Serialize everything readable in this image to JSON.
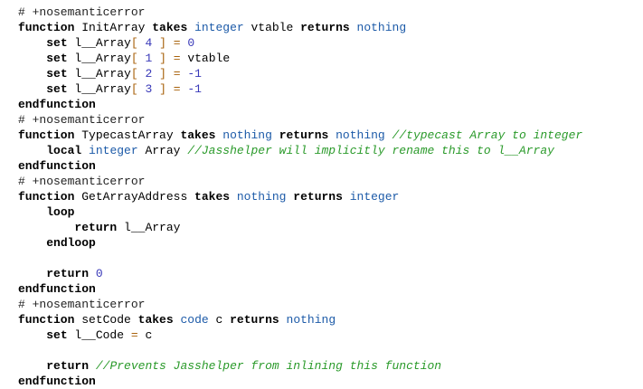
{
  "lines": [
    [
      [
        "pp",
        "# +nosemanticerror"
      ]
    ],
    [
      [
        "kw",
        "function"
      ],
      [
        "id",
        " InitArray "
      ],
      [
        "kw",
        "takes"
      ],
      [
        "id",
        " "
      ],
      [
        "ty",
        "integer"
      ],
      [
        "id",
        " vtable "
      ],
      [
        "kw",
        "returns"
      ],
      [
        "id",
        " "
      ],
      [
        "ty",
        "nothing"
      ]
    ],
    [
      [
        "id",
        "    "
      ],
      [
        "kw",
        "set"
      ],
      [
        "id",
        " l__Array"
      ],
      [
        "op",
        "["
      ],
      [
        "id",
        " "
      ],
      [
        "num",
        "4"
      ],
      [
        "id",
        " "
      ],
      [
        "op",
        "]"
      ],
      [
        "id",
        " "
      ],
      [
        "op",
        "="
      ],
      [
        "id",
        " "
      ],
      [
        "num",
        "0"
      ]
    ],
    [
      [
        "id",
        "    "
      ],
      [
        "kw",
        "set"
      ],
      [
        "id",
        " l__Array"
      ],
      [
        "op",
        "["
      ],
      [
        "id",
        " "
      ],
      [
        "num",
        "1"
      ],
      [
        "id",
        " "
      ],
      [
        "op",
        "]"
      ],
      [
        "id",
        " "
      ],
      [
        "op",
        "="
      ],
      [
        "id",
        " vtable"
      ]
    ],
    [
      [
        "id",
        "    "
      ],
      [
        "kw",
        "set"
      ],
      [
        "id",
        " l__Array"
      ],
      [
        "op",
        "["
      ],
      [
        "id",
        " "
      ],
      [
        "num",
        "2"
      ],
      [
        "id",
        " "
      ],
      [
        "op",
        "]"
      ],
      [
        "id",
        " "
      ],
      [
        "op",
        "="
      ],
      [
        "id",
        " "
      ],
      [
        "num",
        "-1"
      ]
    ],
    [
      [
        "id",
        "    "
      ],
      [
        "kw",
        "set"
      ],
      [
        "id",
        " l__Array"
      ],
      [
        "op",
        "["
      ],
      [
        "id",
        " "
      ],
      [
        "num",
        "3"
      ],
      [
        "id",
        " "
      ],
      [
        "op",
        "]"
      ],
      [
        "id",
        " "
      ],
      [
        "op",
        "="
      ],
      [
        "id",
        " "
      ],
      [
        "num",
        "-1"
      ]
    ],
    [
      [
        "kw",
        "endfunction"
      ]
    ],
    [
      [
        "pp",
        "# +nosemanticerror"
      ]
    ],
    [
      [
        "kw",
        "function"
      ],
      [
        "id",
        " TypecastArray "
      ],
      [
        "kw",
        "takes"
      ],
      [
        "id",
        " "
      ],
      [
        "ty",
        "nothing"
      ],
      [
        "id",
        " "
      ],
      [
        "kw",
        "returns"
      ],
      [
        "id",
        " "
      ],
      [
        "ty",
        "nothing"
      ],
      [
        "id",
        " "
      ],
      [
        "cm",
        "//typecast Array to integer"
      ]
    ],
    [
      [
        "id",
        "    "
      ],
      [
        "kw",
        "local"
      ],
      [
        "id",
        " "
      ],
      [
        "ty",
        "integer"
      ],
      [
        "id",
        " Array "
      ],
      [
        "cm",
        "//Jasshelper will implicitly rename this to l__Array"
      ]
    ],
    [
      [
        "kw",
        "endfunction"
      ]
    ],
    [
      [
        "pp",
        "# +nosemanticerror"
      ]
    ],
    [
      [
        "kw",
        "function"
      ],
      [
        "id",
        " GetArrayAddress "
      ],
      [
        "kw",
        "takes"
      ],
      [
        "id",
        " "
      ],
      [
        "ty",
        "nothing"
      ],
      [
        "id",
        " "
      ],
      [
        "kw",
        "returns"
      ],
      [
        "id",
        " "
      ],
      [
        "ty",
        "integer"
      ]
    ],
    [
      [
        "id",
        "    "
      ],
      [
        "kw",
        "loop"
      ]
    ],
    [
      [
        "id",
        "        "
      ],
      [
        "kw",
        "return"
      ],
      [
        "id",
        " l__Array"
      ]
    ],
    [
      [
        "id",
        "    "
      ],
      [
        "kw",
        "endloop"
      ]
    ],
    [],
    [
      [
        "id",
        "    "
      ],
      [
        "kw",
        "return"
      ],
      [
        "id",
        " "
      ],
      [
        "num",
        "0"
      ]
    ],
    [
      [
        "kw",
        "endfunction"
      ]
    ],
    [
      [
        "pp",
        "# +nosemanticerror"
      ]
    ],
    [
      [
        "kw",
        "function"
      ],
      [
        "id",
        " setCode "
      ],
      [
        "kw",
        "takes"
      ],
      [
        "id",
        " "
      ],
      [
        "ty",
        "code"
      ],
      [
        "id",
        " c "
      ],
      [
        "kw",
        "returns"
      ],
      [
        "id",
        " "
      ],
      [
        "ty",
        "nothing"
      ]
    ],
    [
      [
        "id",
        "    "
      ],
      [
        "kw",
        "set"
      ],
      [
        "id",
        " l__Code "
      ],
      [
        "op",
        "="
      ],
      [
        "id",
        " c"
      ]
    ],
    [],
    [
      [
        "id",
        "    "
      ],
      [
        "kw",
        "return"
      ],
      [
        "id",
        " "
      ],
      [
        "cm",
        "//Prevents Jasshelper from inlining this function"
      ]
    ],
    [
      [
        "kw",
        "endfunction"
      ]
    ]
  ]
}
